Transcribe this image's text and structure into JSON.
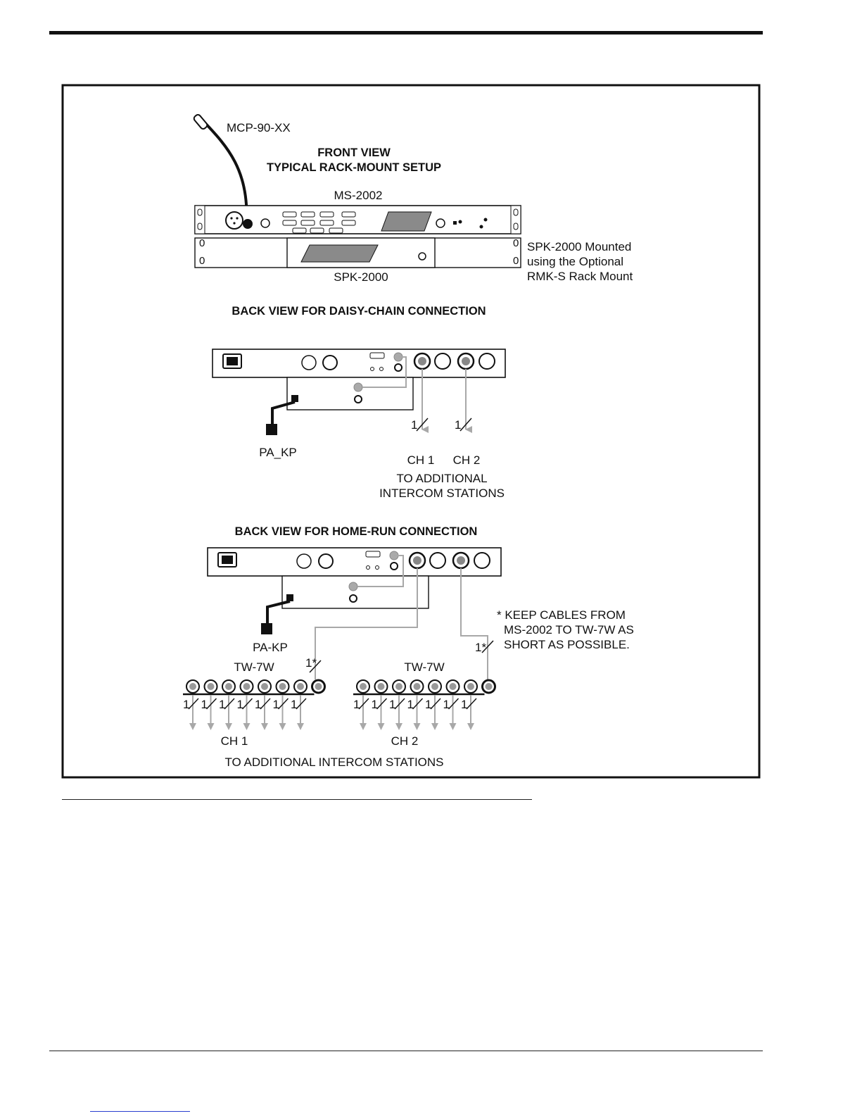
{
  "header": {},
  "diagram": {
    "mic_label": "MCP-90-XX",
    "front_view_title": "FRONT VIEW",
    "front_view_subtitle": "TYPICAL RACK-MOUNT SETUP",
    "ms_label": "MS-2002",
    "spk_label": "SPK-2000",
    "spk_note_1": "SPK-2000 Mounted",
    "spk_note_2": "using the Optional",
    "spk_note_3": "RMK-S Rack Mount",
    "rack_hole_marks": [
      "0",
      "0",
      "0",
      "0"
    ],
    "daisy_title": "BACK VIEW FOR DAISY-CHAIN CONNECTION",
    "daisy_pa_label": "PA_KP",
    "daisy_cable_1": "1",
    "daisy_cable_2": "1",
    "daisy_ch1": "CH 1",
    "daisy_ch2": "CH 2",
    "daisy_dest_1": "TO ADDITIONAL",
    "daisy_dest_2": "INTERCOM STATIONS",
    "homerun_title": "BACK VIEW FOR HOME-RUN CONNECTION",
    "homerun_pa_label": "PA-KP",
    "tw_label_1": "TW-7W",
    "tw_label_2": "TW-7W",
    "homerun_cable_1": "1*",
    "homerun_cable_2": "1*",
    "note_1": "* KEEP CABLES FROM",
    "note_2": "MS-2002  TO TW-7W AS",
    "note_3": "SHORT AS POSSIBLE.",
    "branch_label": "1",
    "homerun_ch1": "CH 1",
    "homerun_ch2": "CH 2",
    "homerun_dest": "TO ADDITIONAL INTERCOM STATIONS"
  },
  "colors": {
    "line": "#111111",
    "cable_gray": "#a8a8a8",
    "panel_dark": "#8a8a8a"
  }
}
